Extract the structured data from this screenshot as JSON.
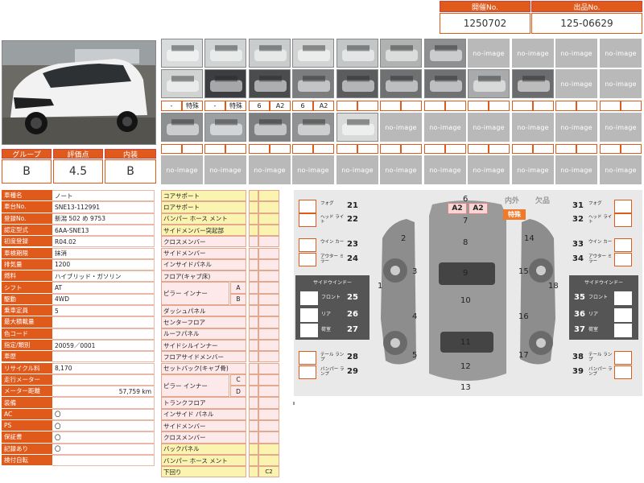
{
  "header": {
    "kaisai_label": "開催No.",
    "kaisai_value": "1250702",
    "shuppin_label": "出品No.",
    "shuppin_value": "125-06629"
  },
  "noimage_label": "no-image",
  "thumb_labels": {
    "t1": "-",
    "t2": "特殊",
    "t3": "-",
    "t4": "特殊",
    "t5": "6",
    "t6": "A2",
    "t7": "6",
    "t8": "A2"
  },
  "grade": {
    "group_label": "グループ",
    "group_value": "B",
    "score_label": "評価点",
    "score_value": "4.5",
    "interior_label": "内装",
    "interior_value": "B"
  },
  "info": [
    {
      "k": "車種名",
      "v": "ノート"
    },
    {
      "k": "車台No.",
      "v": "SNE13-112991"
    },
    {
      "k": "登録No.",
      "v": "新潟 502 め 9753"
    },
    {
      "k": "認定型式",
      "v": "6AA-SNE13"
    },
    {
      "k": "初度登録",
      "v": "R04.02"
    },
    {
      "k": "車検期限",
      "v": "抹消"
    },
    {
      "k": "排気量",
      "v": "1200"
    },
    {
      "k": "燃料",
      "v": "ハイブリッド・ガソリン"
    },
    {
      "k": "シフト",
      "v": "AT"
    },
    {
      "k": "駆動",
      "v": "4WD"
    },
    {
      "k": "乗車定員",
      "v": "5"
    },
    {
      "k": "最大積載量",
      "v": ""
    },
    {
      "k": "色コード",
      "v": ""
    },
    {
      "k": "指定/類別",
      "v": "20059／0001"
    },
    {
      "k": "車歴",
      "v": ""
    },
    {
      "k": "リサイクル料",
      "v": "8,170"
    },
    {
      "k": "走行メーター",
      "v": ""
    },
    {
      "k": "メーター距離",
      "v": "57,759 km"
    },
    {
      "k": "装備",
      "v": ""
    },
    {
      "k": "AC",
      "v": "〇"
    },
    {
      "k": "PS",
      "v": "〇"
    },
    {
      "k": "保証書",
      "v": "〇"
    },
    {
      "k": "記録あり",
      "v": "〇"
    },
    {
      "k": "検付自転",
      "v": ""
    }
  ],
  "parts": [
    {
      "n": "コアサポート",
      "c": "y"
    },
    {
      "n": "ロアサポート",
      "c": "y"
    },
    {
      "n": "バンパー ホース メント",
      "c": "y"
    },
    {
      "n": "サイドメンバー突起部",
      "c": "y"
    },
    {
      "n": "クロスメンバー",
      "c": "p"
    },
    {
      "n": "サイドメンバー",
      "c": "p"
    },
    {
      "n": "インサイドパネル",
      "c": "p"
    },
    {
      "n": "フロア(キャブ床)",
      "c": "p"
    },
    {
      "n": "ピラー インナー",
      "c": "p",
      "s1": "A",
      "s2": "B"
    },
    {
      "n": "ダッシュパネル",
      "c": "p"
    },
    {
      "n": "センターフロア",
      "c": "p"
    },
    {
      "n": "ルーフパネル",
      "c": "p"
    },
    {
      "n": "サイドシルインナー",
      "c": "p"
    },
    {
      "n": "フロアサイドメンバー",
      "c": "p"
    },
    {
      "n": "セットバック(キャブ骨)",
      "c": "p"
    },
    {
      "n": "ピラー インナー",
      "c": "p",
      "s1": "C",
      "s2": "D"
    },
    {
      "n": "トランクフロア",
      "c": "p"
    },
    {
      "n": "インサイド パネル",
      "c": "p"
    },
    {
      "n": "サイドメンバー",
      "c": "p"
    },
    {
      "n": "クロスメンバー",
      "c": "p"
    },
    {
      "n": "バックパネル",
      "c": "y"
    },
    {
      "n": "バンパー ホース メント",
      "c": "y"
    },
    {
      "n": "下回り",
      "c": "y",
      "mark": "C2"
    }
  ],
  "diagram": {
    "left": {
      "n21": "21",
      "l21": "フォグ",
      "n22": "22",
      "l22": "ヘッド ライト",
      "n23": "23",
      "l23": "ウイン カー",
      "n24": "24",
      "l24": "アウター ミラー",
      "n28": "28",
      "l28": "テール ランプ",
      "n29": "29",
      "l29": "バンパー ランプ"
    },
    "right": {
      "n31": "31",
      "l31": "フォグ",
      "n32": "32",
      "l32": "ヘッド ライト",
      "n33": "33",
      "l33": "ウイン カー",
      "n34": "34",
      "l34": "アウター ミラー",
      "n38": "38",
      "l38": "テール ランプ",
      "n39": "39",
      "l39": "バンパー ランプ"
    },
    "side_window": "サイドウインドー",
    "sw_left": {
      "n25": "25",
      "l25": "フロント",
      "n26": "26",
      "l26": "リア",
      "n27": "27",
      "l27": "荷室"
    },
    "sw_right": {
      "n35": "35",
      "l35": "フロント",
      "n36": "36",
      "l36": "リア",
      "n37": "37",
      "l37": "荷室"
    },
    "naigai": "内外",
    "ketsuhin": "欠品",
    "tokushu": "特殊",
    "a2_left": "A2",
    "a2_right": "A2",
    "nums": [
      "1",
      "2",
      "3",
      "4",
      "5",
      "6",
      "7",
      "8",
      "9",
      "10",
      "11",
      "12",
      "13",
      "14",
      "15",
      "16",
      "17",
      "18"
    ]
  }
}
